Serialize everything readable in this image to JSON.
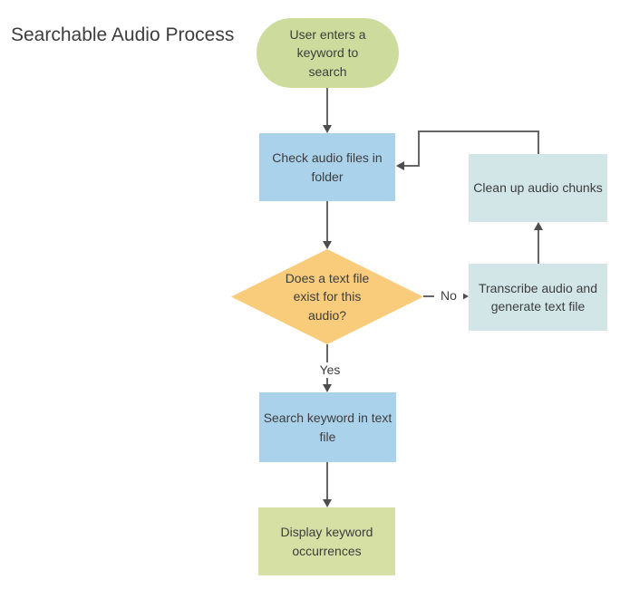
{
  "title": "Searchable Audio Process",
  "nodes": {
    "start": {
      "label": "User enters a keyword to search",
      "shape": "terminator",
      "color": "#cddc9d"
    },
    "check_audio": {
      "label": "Check audio files in folder",
      "shape": "process",
      "color": "#abd2eb"
    },
    "decision": {
      "label": "Does a text file exist for this audio?",
      "shape": "decision",
      "color": "#f9cc7b"
    },
    "cleanup": {
      "label": "Clean up audio chunks",
      "shape": "process",
      "color": "#d2e6e8"
    },
    "transcribe": {
      "label": "Transcribe audio and generate text file",
      "shape": "process",
      "color": "#d2e6e8"
    },
    "search_keyword": {
      "label": "Search keyword in text file",
      "shape": "process",
      "color": "#abd2eb"
    },
    "display": {
      "label": "Display keyword occurrences",
      "shape": "process",
      "color": "#d6dfa4"
    }
  },
  "edges": {
    "yes_label": "Yes",
    "no_label": "No"
  },
  "connector_color": "#666666",
  "text_color": "#3d3d3d"
}
